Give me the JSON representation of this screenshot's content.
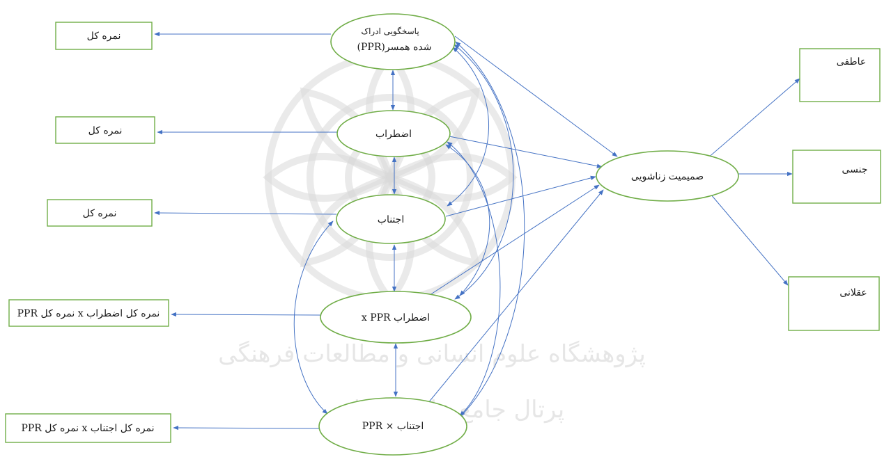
{
  "nodes": {
    "ppr": {
      "line1": "پاسخگویی ادراک",
      "line2": "شده همسر(PPR)"
    },
    "anxiety": "اضطراب",
    "avoidance": "اجتناب",
    "anxiety_ppr": "اضطراب x PPR",
    "avoidance_ppr": "اجتناب × PPR",
    "intimacy": "صمیمیت زناشویی",
    "emotional": "عاطفی",
    "sexual": "جنسی",
    "intellectual": "عقلانی"
  },
  "indicators": {
    "ppr_total": "نمره کل",
    "anxiety_total": "نمره کل",
    "avoidance_total": "نمره کل",
    "anxiety_ppr_total": "نمره کل اضطراب x نمره کل PPR",
    "avoidance_ppr_total": "نمره کل اجتناب x نمره کل PPR"
  },
  "watermark": {
    "line1": "پژوهشگاه علوم انسانی و مطالعات فرهنگی",
    "line2": "پرتال جامع علوم انسانی"
  },
  "colors": {
    "node_border": "#70ad47",
    "arrow": "#4472c4",
    "text": "#1a1a1a",
    "watermark": "#d9d9d9"
  }
}
